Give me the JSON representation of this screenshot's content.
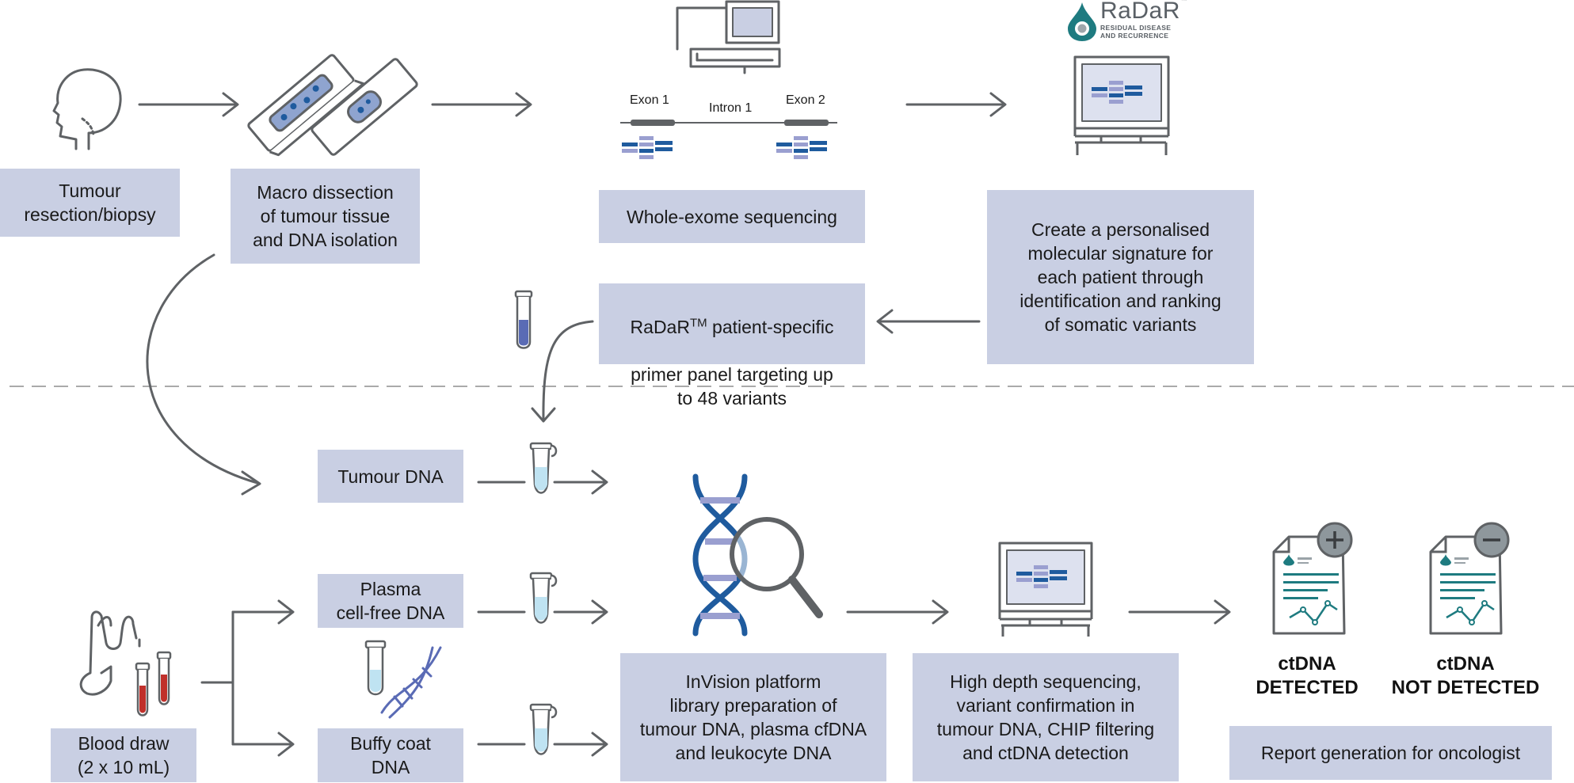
{
  "brand": {
    "name": "RaDaR",
    "trademark": "™",
    "tagline": "RESIDUAL DISEASE\nAND RECURRENCE"
  },
  "steps": {
    "tumour_resection": "Tumour\nresection/biopsy",
    "macro_dissection": "Macro dissection\nof tumour tissue\nand DNA isolation",
    "wes": "Whole-exome sequencing",
    "signature": "Create a personalised\nmolecular signature for\neach patient through\nidentification and ranking\nof somatic variants",
    "panel": {
      "name": "RaDaR",
      "tm": "TM",
      "rest_line1": " patient-specific",
      "rest_lines": "primer panel targeting up\nto 48 variants"
    },
    "tumour_dna": "Tumour DNA",
    "plasma": "Plasma\ncell-free DNA",
    "buffy": "Buffy coat\nDNA",
    "blood": "Blood draw\n(2 x 10 mL)",
    "invision": "InVision platform\nlibrary preparation of\ntumour DNA, plasma cfDNA\nand leukocyte DNA",
    "high_depth": "High depth sequencing,\nvariant confirmation in\ntumour DNA, CHIP filtering\nand ctDNA detection",
    "report": "Report generation for oncologist"
  },
  "gene_labels": {
    "exon1": "Exon 1",
    "intron1": "Intron 1",
    "exon2": "Exon 2"
  },
  "results": {
    "detected": "ctDNA\nDETECTED",
    "not_detected": "ctDNA\nNOT DETECTED"
  },
  "colors": {
    "box": "#c9cfe3",
    "line": "#5f6265",
    "dark_blue": "#1f5b9e",
    "light_purple": "#9a9fd0",
    "teal": "#1e7b80",
    "blood_red": "#c0302b"
  }
}
